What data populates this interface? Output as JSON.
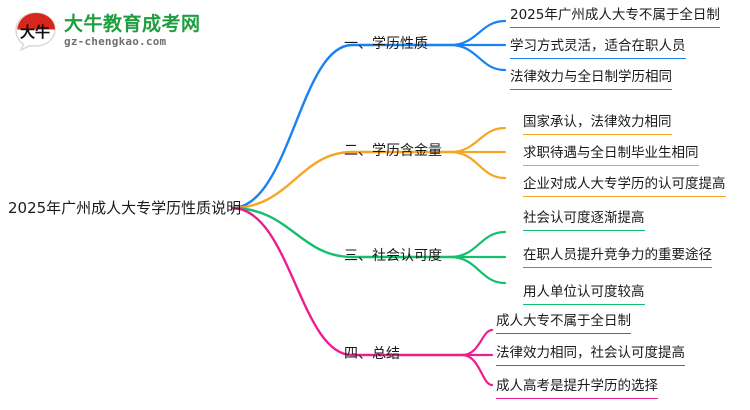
{
  "logo": {
    "mark_icon": "speech-bubble-logo-icon",
    "mark_text": "大牛",
    "name_cn": "大牛教育成考网",
    "url": "gz-chengkao.com"
  },
  "mindmap": {
    "root": {
      "label": "2025年广州成人大专学历性质说明"
    },
    "branches": [
      {
        "id": "branch-1",
        "label": "一、学历性质",
        "color": "#1a82f0",
        "leaves": [
          "2025年广州成人大专不属于全日制",
          "学习方式灵活，适合在职人员",
          "法律效力与全日制学历相同"
        ]
      },
      {
        "id": "branch-2",
        "label": "二、学历含金量",
        "color": "#f5a623",
        "leaves": [
          "国家承认，法律效力相同",
          "求职待遇与全日制毕业生相同",
          "企业对成人大专学历的认可度提高"
        ]
      },
      {
        "id": "branch-3",
        "label": "三、社会认可度",
        "color": "#14c06e",
        "leaves": [
          "社会认可度逐渐提高",
          "在职人员提升竞争力的重要途径",
          "用人单位认可度较高"
        ]
      },
      {
        "id": "branch-4",
        "label": "四、总结",
        "color": "#ee1d8f",
        "leaves": [
          "成人大专不属于全日制",
          "法律效力相同，社会认可度提高",
          "成人高考是提升学历的选择"
        ]
      }
    ]
  }
}
